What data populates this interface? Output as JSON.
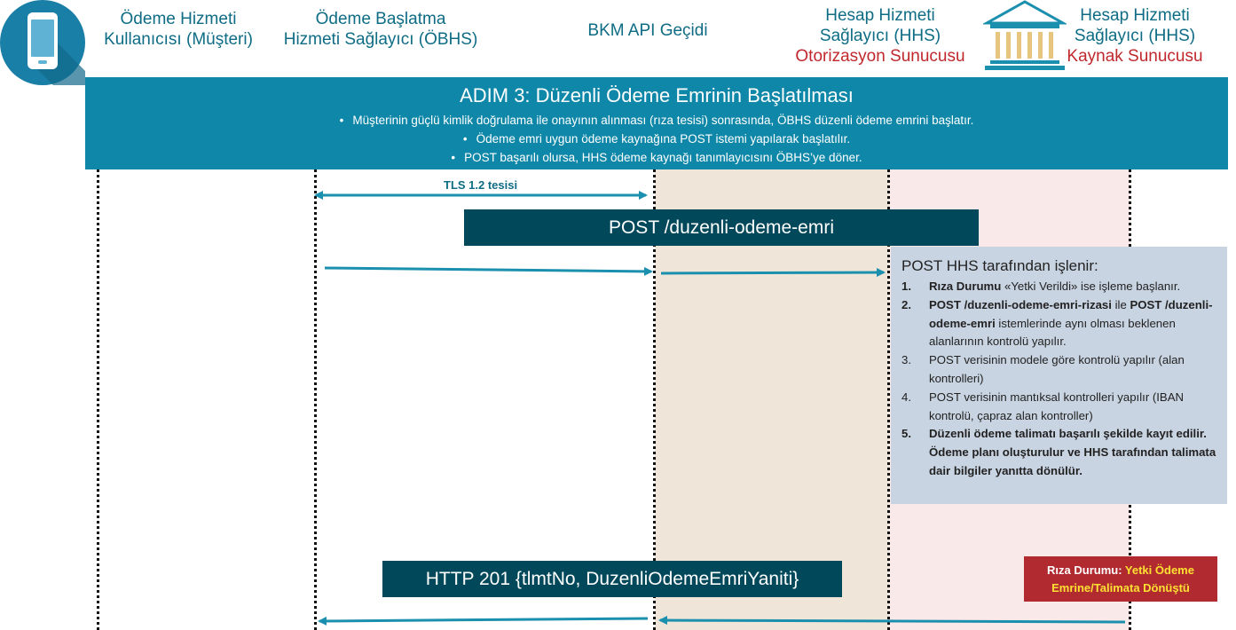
{
  "actors": {
    "customer": {
      "line1": "Ödeme Hizmeti",
      "line2": "Kullanıcısı (Müşteri)"
    },
    "obhs": {
      "line1": "Ödeme Başlatma",
      "line2": "Hizmeti Sağlayıcı (ÖBHS)"
    },
    "bkm": {
      "line1": "BKM API Geçidi"
    },
    "hhs_auth": {
      "line1": "Hesap Hizmeti",
      "line2": "Sağlayıcı (HHS)",
      "line3": "Otorizasyon Sunucusu"
    },
    "hhs_res": {
      "line1": "Hesap Hizmeti",
      "line2": "Sağlayıcı (HHS)",
      "line3": "Kaynak Sunucusu"
    }
  },
  "step": {
    "title": "ADIM 3: Düzenli Ödeme Emrinin Başlatılması",
    "bullets": [
      "Müşterinin güçlü kimlik doğrulama ile onayının alınması (rıza tesisi) sonrasında, ÖBHS düzenli ödeme emrini başlatır.",
      "Ödeme emri uygun ödeme kaynağına POST istemi yapılarak başlatılır.",
      "POST başarılı olursa, HHS ödeme kaynağı tanımlayıcısını ÖBHS’ye döner."
    ]
  },
  "tls": "TLS 1.2 tesisi",
  "request": "POST /duzenli-odeme-emri",
  "response": "HTTP 201 {tlmtNo, DuzenliOdemeEmriYaniti}",
  "processing": {
    "heading": "POST HHS tarafından işlenir:",
    "items": [
      {
        "num": "1.",
        "bold_part": "Rıza Durumu",
        "text": " «Yetki Verildi» ise işleme başlanır."
      },
      {
        "num": "2.",
        "bold_a": "POST /duzenli-odeme-emri-rizasi",
        "mid": " ile ",
        "bold_b": "POST /duzenli-odeme-emri",
        "tail": " istemlerinde aynı olması beklenen alanlarının kontrolü yapılır."
      },
      {
        "num": "3.",
        "text": "POST verisinin modele göre kontrolü yapılır (alan kontrolleri)"
      },
      {
        "num": "4.",
        "text": "POST verisinin mantıksal kontrolleri yapılır (IBAN kontrolü, çapraz alan kontroller)"
      },
      {
        "num": "5.",
        "text": "Düzenli ödeme talimatı başarılı şekilde kayıt edilir. Ödeme planı oluşturulur ve HHS tarafından talimata dair bilgiler yanıtta dönülür."
      }
    ]
  },
  "status": {
    "label": "Rıza Durumu:",
    "value": "Yetki Ödeme Emrine/Talimata Dönüştü"
  },
  "colors": {
    "teal": "#0E87A8",
    "dark": "#00485A",
    "red": "#B02A30",
    "text_teal": "#0E6C85",
    "arrow": "#1A8FAE"
  }
}
